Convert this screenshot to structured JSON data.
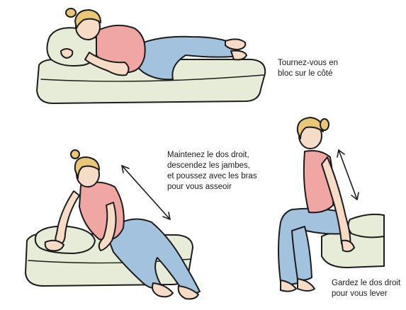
{
  "steps": [
    {
      "lines": [
        "Tournez-vous en",
        "bloc sur le côté"
      ]
    },
    {
      "lines": [
        "Maintenez le dos droit,",
        "descendez les jambes,",
        "et poussez avec les bras",
        "pour vous asseoir"
      ]
    },
    {
      "lines": [
        "Gardez le dos droit",
        "pour vous lever"
      ]
    }
  ],
  "colors": {
    "mattress": "#e6ecd8",
    "outline": "#1c1c1c",
    "skin": "#f6dcc6",
    "hair": "#e8c878",
    "top": "#f0a7a3",
    "jeans": "#a3c2de"
  }
}
